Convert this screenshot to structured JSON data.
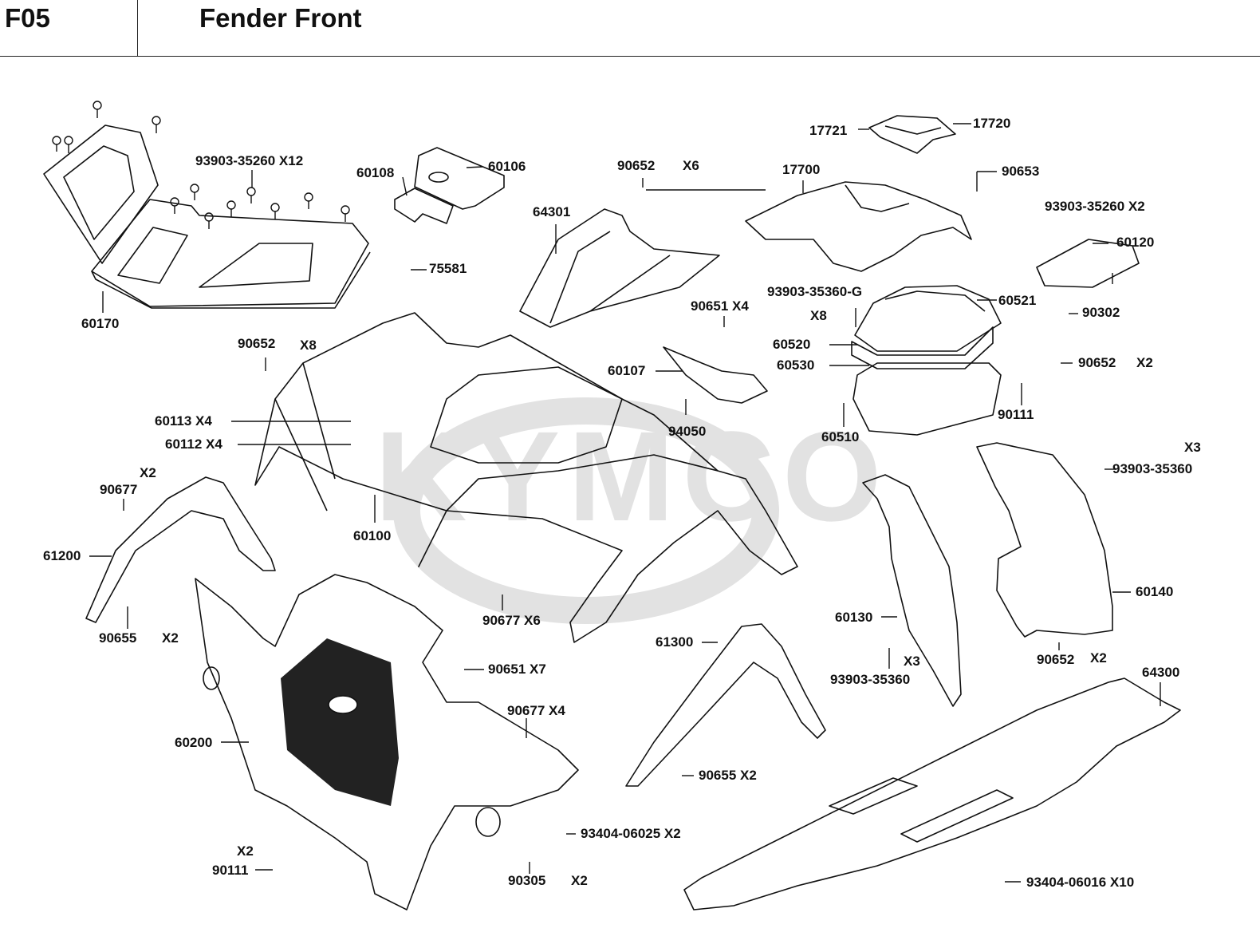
{
  "header": {
    "section_code": "F05",
    "title": "Fender Front"
  },
  "watermark": {
    "brand": "KYMCO",
    "color": "#e0e0e0"
  },
  "colors": {
    "line": "#111111",
    "background": "#ffffff",
    "watermark": "#e0e0e0"
  },
  "callouts": [
    {
      "id": "c01",
      "label": "93903-35260 X12"
    },
    {
      "id": "c02",
      "label": "60170"
    },
    {
      "id": "c03",
      "label": "60108"
    },
    {
      "id": "c04",
      "label": "60106"
    },
    {
      "id": "c05",
      "label": "75581"
    },
    {
      "id": "c06",
      "label": "90652"
    },
    {
      "id": "c07",
      "label": "X6"
    },
    {
      "id": "c08",
      "label": "64301"
    },
    {
      "id": "c09",
      "label": "17721"
    },
    {
      "id": "c10",
      "label": "17720"
    },
    {
      "id": "c11",
      "label": "17700"
    },
    {
      "id": "c12",
      "label": "90653"
    },
    {
      "id": "c13",
      "label": "93903-35260 X2"
    },
    {
      "id": "c14",
      "label": "60120"
    },
    {
      "id": "c15",
      "label": "93903-35360-G"
    },
    {
      "id": "c16",
      "label": "X8"
    },
    {
      "id": "c17",
      "label": "60521"
    },
    {
      "id": "c18",
      "label": "90302"
    },
    {
      "id": "c19",
      "label": "90651  X4"
    },
    {
      "id": "c20",
      "label": "60520"
    },
    {
      "id": "c21",
      "label": "60530"
    },
    {
      "id": "c22",
      "label": "60107"
    },
    {
      "id": "c23",
      "label": "90652"
    },
    {
      "id": "c24",
      "label": "X2"
    },
    {
      "id": "c25",
      "label": "90111"
    },
    {
      "id": "c26",
      "label": "94050"
    },
    {
      "id": "c27",
      "label": "60510"
    },
    {
      "id": "c28",
      "label": "90652"
    },
    {
      "id": "c29",
      "label": "X8"
    },
    {
      "id": "c30",
      "label": "60113 X4"
    },
    {
      "id": "c31",
      "label": "60112 X4"
    },
    {
      "id": "c32",
      "label": "X2"
    },
    {
      "id": "c33",
      "label": "90677"
    },
    {
      "id": "c34",
      "label": "60100"
    },
    {
      "id": "c35",
      "label": "61200"
    },
    {
      "id": "c36",
      "label": "90655"
    },
    {
      "id": "c37",
      "label": "X2"
    },
    {
      "id": "c38",
      "label": "90677  X6"
    },
    {
      "id": "c39",
      "label": "X3"
    },
    {
      "id": "c40",
      "label": "93903-35360"
    },
    {
      "id": "c41",
      "label": "60140"
    },
    {
      "id": "c42",
      "label": "60130"
    },
    {
      "id": "c43",
      "label": "93903-35360"
    },
    {
      "id": "c44",
      "label": "X3"
    },
    {
      "id": "c45",
      "label": "61300"
    },
    {
      "id": "c46",
      "label": "90651  X7"
    },
    {
      "id": "c47",
      "label": "90652"
    },
    {
      "id": "c48",
      "label": "X2"
    },
    {
      "id": "c49",
      "label": "64300"
    },
    {
      "id": "c50",
      "label": "90677  X4"
    },
    {
      "id": "c51",
      "label": "60200"
    },
    {
      "id": "c52",
      "label": "90655  X2"
    },
    {
      "id": "c53",
      "label": "93404-06025 X2"
    },
    {
      "id": "c54",
      "label": "X2"
    },
    {
      "id": "c55",
      "label": "90111"
    },
    {
      "id": "c56",
      "label": "90305"
    },
    {
      "id": "c57",
      "label": "X2"
    },
    {
      "id": "c58",
      "label": "93404-06016 X10"
    }
  ]
}
